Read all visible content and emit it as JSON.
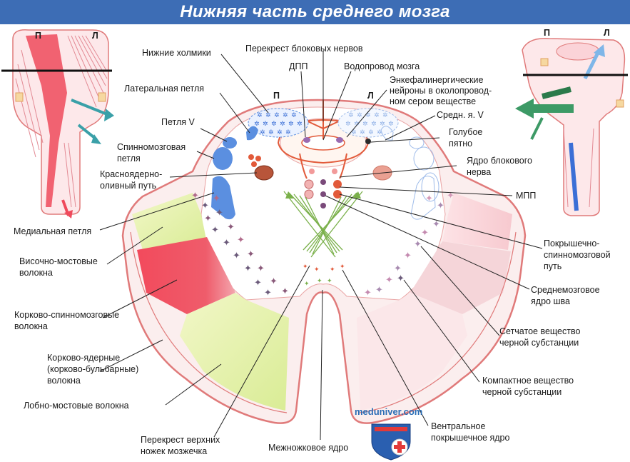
{
  "title": "Нижняя часть среднего мозга",
  "side_right": "П",
  "side_left": "Л",
  "labels": {
    "inferior_colliculi": "Нижние холмики",
    "lateral_lemniscus": "Латеральная петля",
    "trigeminal_lemniscus": "Петля V",
    "spinothalamic_line1": "Спинномозговая",
    "spinothalamic_line2": "петля",
    "rubroolivary_line1": "Красноядерно-",
    "rubroolivary_line2": "оливный путь",
    "medial_lemniscus": "Медиальная петля",
    "temporopontine_line1": "Височно-мостовые",
    "temporopontine_line2": "волокна",
    "corticospinal_line1": "Корково-спинномозговые",
    "corticospinal_line2": "волокна",
    "corticonuclear_line1": "Корково-ядерные",
    "corticonuclear_line2": "(корково-бульбарные)",
    "corticonuclear_line3": "волокна",
    "frontopontine": "Лобно-мостовые волокна",
    "decussation_scp_line1": "Перекрест верхних",
    "decussation_scp_line2": "ножек мозжечка",
    "interpeduncular": "Межножковое ядро",
    "trochlear_decussation": "Перекрест блоковых нервов",
    "dlf": "ДПП",
    "aqueduct": "Водопровод мозга",
    "enkephalin_line1": "Энкефалинергические",
    "enkephalin_line2": "нейроны в околопровод-",
    "enkephalin_line3": "ном сером веществе",
    "mesV": "Средн. я. V",
    "locus_line1": "Голубое",
    "locus_line2": "пятно",
    "trochlear_line1": "Ядро блокового",
    "trochlear_line2": "нерва",
    "mlf": "МПП",
    "tectospinal_line1": "Покрышечно-",
    "tectospinal_line2": "спинномозговой",
    "tectospinal_line3": "путь",
    "raphe_line1": "Среднемозговое",
    "raphe_line2": "ядро шва",
    "snr_line1": "Сетчатое вещество",
    "snr_line2": "черной субстанции",
    "snc_line1": "Компактное вещество",
    "snc_line2": "черной субстанции",
    "vta_line1": "Вентральное",
    "vta_line2": "покрышечное ядро"
  },
  "watermark": "meduniver.com",
  "colors": {
    "title_bar": "#3d6db5",
    "outline": "#e07a7a",
    "tract_blue": "#5b8fe0",
    "cortico_spinal": "#ee4d5e",
    "pontine_fibers": "#e6f2b0",
    "nigra": "#6b5a7a"
  }
}
